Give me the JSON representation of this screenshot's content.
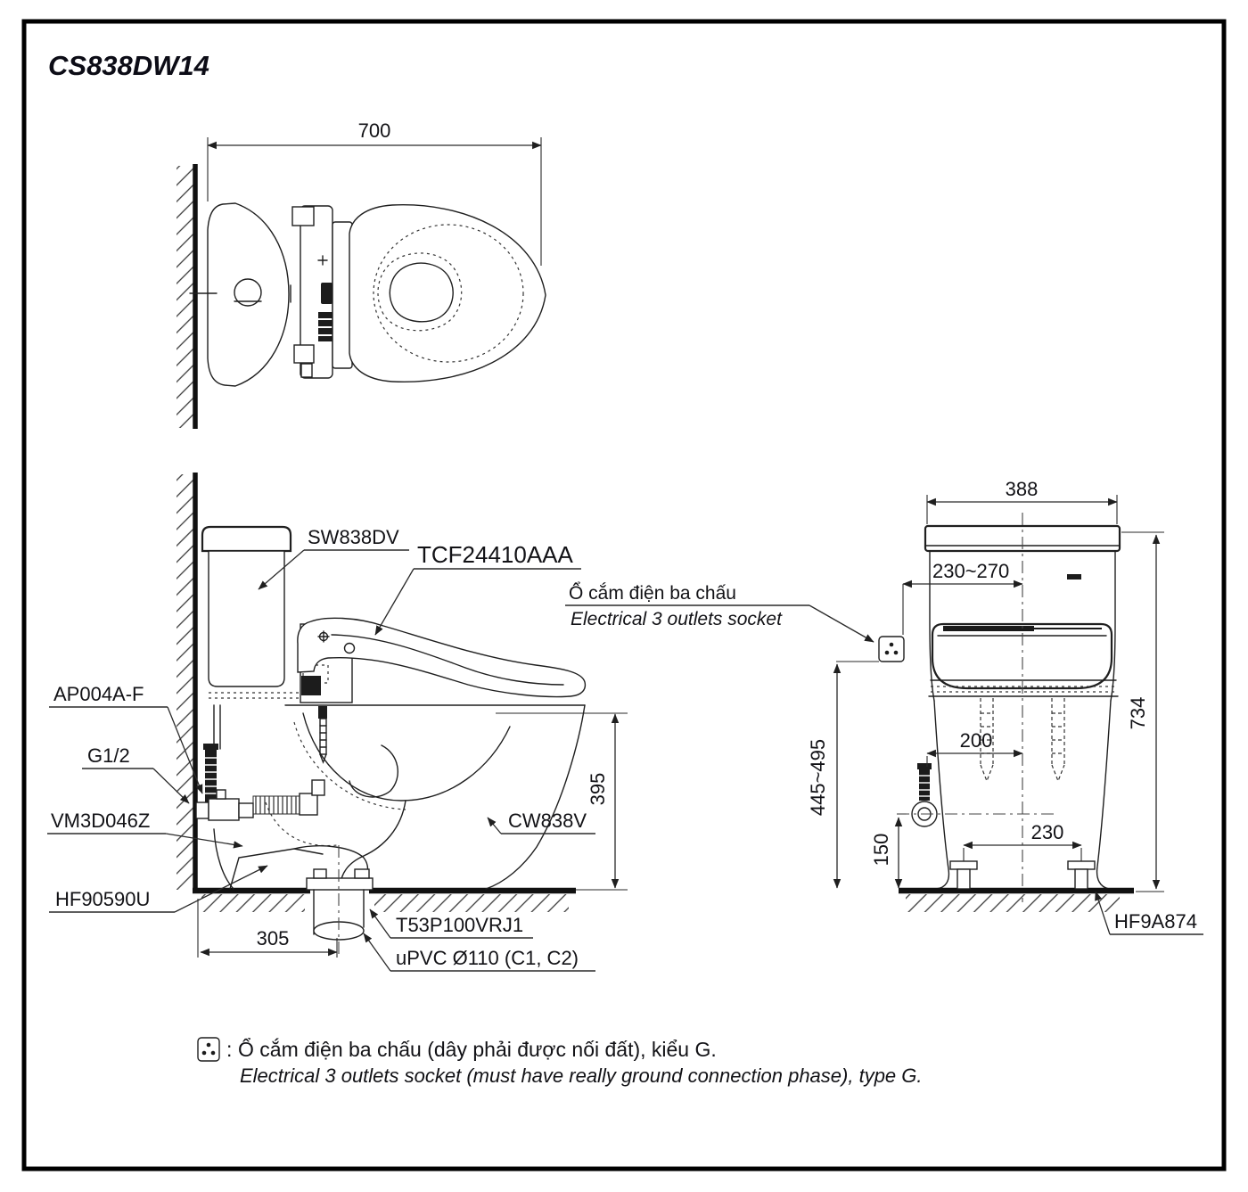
{
  "title": "CS838DW14",
  "colors": {
    "line": "#1f1f1f",
    "text": "#121216"
  },
  "top_view": {
    "dim_width": "700"
  },
  "side_view": {
    "label_cistern": "SW838DV",
    "label_washlet": "TCF24410AAA",
    "note_socket_vi": "Ổ cắm điện ba chấu",
    "note_socket_en": "Electrical 3 outlets socket",
    "label_supply": "AP004A-F",
    "label_thread": "G1/2",
    "label_valve": "VM3D046Z",
    "label_seal": "HF90590U",
    "label_bowl": "CW838V",
    "label_flange": "T53P100VRJ1",
    "label_pipe": "uPVC Ø110 (C1, C2)",
    "dim_seat_height": "395",
    "dim_rough_in": "305"
  },
  "front_view": {
    "dim_width": "388",
    "dim_socket_offset": "230~270",
    "dim_total_height": "734",
    "dim_socket_height": "445~495",
    "dim_supply_offset": "200",
    "dim_supply_height": "150",
    "dim_bolt_spacing": "230",
    "label_floor_flange": "HF9A874"
  },
  "legend": {
    "colon": ":",
    "line1_vi": "Ổ cắm điện ba chấu (dây phải được nối đất), kiểu G.",
    "line2_en": "Electrical 3 outlets socket (must have really ground connection phase), type G."
  }
}
